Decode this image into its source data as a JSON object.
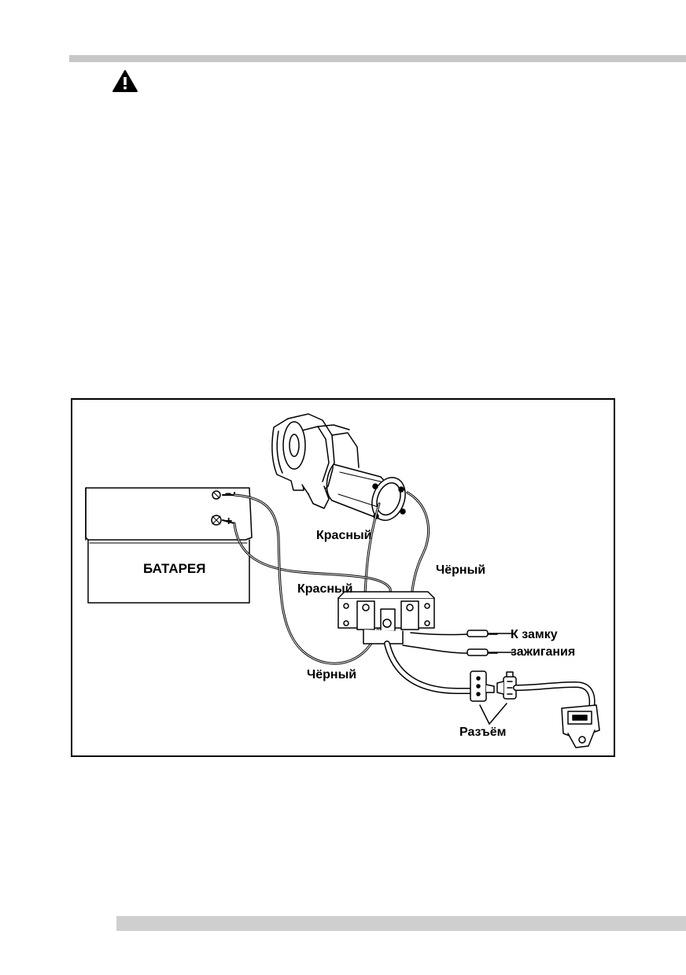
{
  "page": {
    "warning_icon": "warning-triangle-icon"
  },
  "diagram": {
    "labels": {
      "battery": "БАТАРЕЯ",
      "red_motor": "Красный",
      "black_motor": "Чёрный",
      "red_battery": "Красный",
      "black_battery": "Чёрный",
      "ignition_line1": "К замку",
      "ignition_line2": "зажигания",
      "connector": "Разъём"
    },
    "battery_terminals": {
      "negative": "−",
      "positive": "+"
    }
  }
}
